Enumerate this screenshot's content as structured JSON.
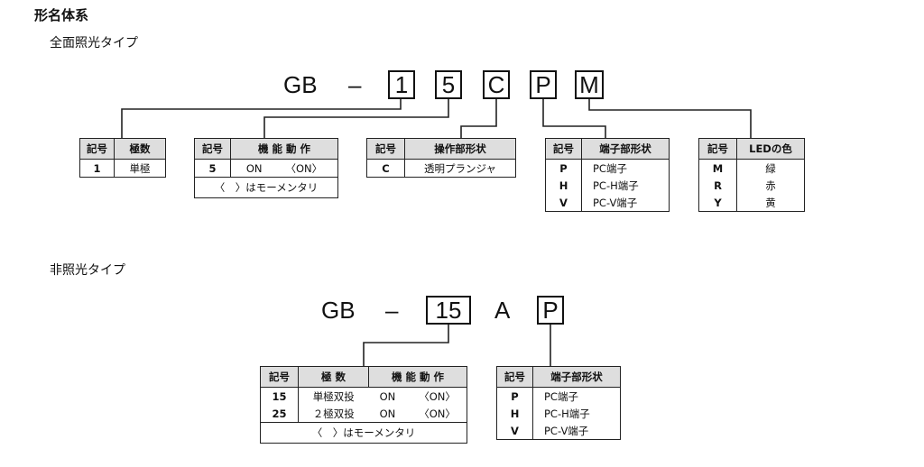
{
  "heading": "形名体系",
  "section1": {
    "label": "全面照光タイプ",
    "prefix": "GB",
    "dash": "–",
    "codes": [
      "1",
      "5",
      "C",
      "P",
      "M"
    ],
    "table_poles": {
      "headers": [
        "記号",
        "極数"
      ],
      "rows": [
        [
          "1",
          "単極"
        ]
      ]
    },
    "table_function": {
      "headers": [
        "記号",
        "機 能 動 作"
      ],
      "rows": [
        [
          "5",
          "ON",
          "〈ON〉"
        ]
      ],
      "note": "〈　〉はモーメンタリ"
    },
    "table_actuator": {
      "headers": [
        "記号",
        "操作部形状"
      ],
      "rows": [
        [
          "C",
          "透明プランジャ"
        ]
      ]
    },
    "table_terminal": {
      "headers": [
        "記号",
        "端子部形状"
      ],
      "rows": [
        [
          "P",
          "PC端子"
        ],
        [
          "H",
          "PC-H端子"
        ],
        [
          "V",
          "PC-V端子"
        ]
      ]
    },
    "table_led": {
      "headers": [
        "記号",
        "LEDの色"
      ],
      "rows": [
        [
          "M",
          "緑"
        ],
        [
          "R",
          "赤"
        ],
        [
          "Y",
          "黄"
        ]
      ]
    }
  },
  "section2": {
    "label": "非照光タイプ",
    "prefix": "GB",
    "dash": "–",
    "codes": [
      "15",
      "A",
      "P"
    ],
    "table_poles_function": {
      "headers": [
        "記号",
        "極 数",
        "機 能 動 作"
      ],
      "rows": [
        [
          "15",
          "単極双投",
          "ON",
          "〈ON〉"
        ],
        [
          "25",
          "２極双投",
          "ON",
          "〈ON〉"
        ]
      ],
      "note": "〈　〉はモーメンタリ"
    },
    "table_terminal": {
      "headers": [
        "記号",
        "端子部形状"
      ],
      "rows": [
        [
          "P",
          "PC端子"
        ],
        [
          "H",
          "PC-H端子"
        ],
        [
          "V",
          "PC-V端子"
        ]
      ]
    }
  }
}
